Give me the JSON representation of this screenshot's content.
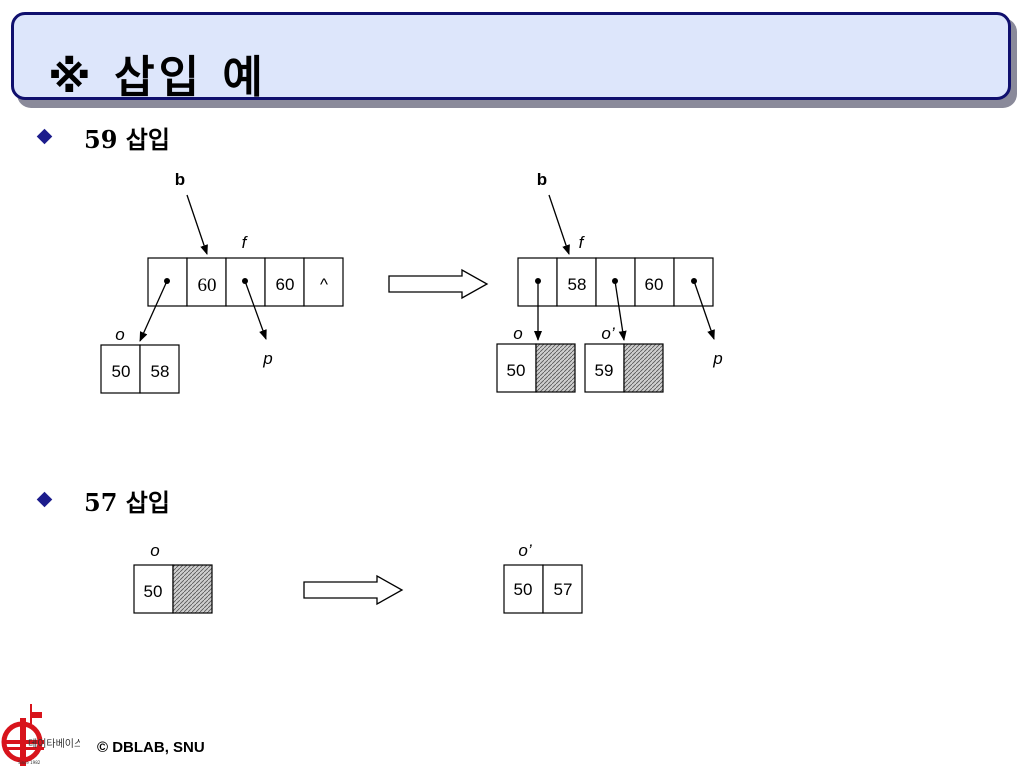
{
  "title": "※ 삽입 예",
  "sections": [
    {
      "heading": "59 삽입"
    },
    {
      "heading": "57 삽입"
    }
  ],
  "diagram1": {
    "before": {
      "bucket_cells": [
        "",
        "60",
        "",
        "60",
        "^"
      ],
      "leaf_cells": [
        "50",
        "58"
      ],
      "labels": {
        "b": "b",
        "f": "f",
        "o": "o",
        "p": "p"
      }
    },
    "after": {
      "bucket_cells": [
        "",
        "58",
        "",
        "60",
        ""
      ],
      "leaf_o_value": "50",
      "leaf_o2_value": "59",
      "labels": {
        "b": "b",
        "f": "f",
        "o": "o",
        "o2": "o’",
        "p": "p"
      }
    }
  },
  "diagram2": {
    "before": {
      "value": "50",
      "label": "o"
    },
    "after": {
      "cells": [
        "50",
        "57"
      ],
      "label": "o’"
    }
  },
  "footer": {
    "copyright": "© DBLAB, SNU",
    "logo_text": "데이타베이스",
    "logo_since": "Since 1982"
  },
  "colors": {
    "title_bg": "#dde6fb",
    "title_border": "#10106e",
    "bullet": "#1c1c8c",
    "logo_red": "#d8141c"
  }
}
